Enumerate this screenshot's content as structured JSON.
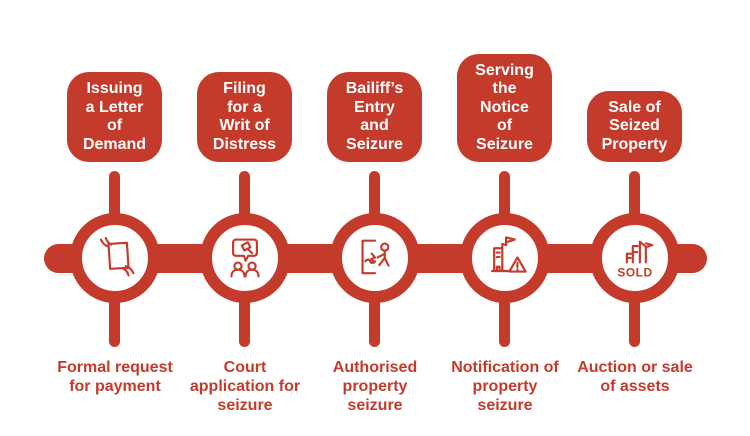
{
  "colors": {
    "accent": "#C43B2C",
    "background": "#FFFFFF",
    "box_text": "#FFFFFF"
  },
  "steps": [
    {
      "title": "Issuing\na Letter\nof\nDemand",
      "caption": "Formal request\nfor payment",
      "icon": "letter-in-hands-icon"
    },
    {
      "title": "Filing\nfor a\nWrit of\nDistress",
      "caption": "Court\napplication for\nseizure",
      "icon": "gavel-speech-bubble-icon"
    },
    {
      "title": "Bailiff’s\nEntry\nand\nSeizure",
      "caption": "Authorised\nproperty\nseizure",
      "icon": "door-entry-icon"
    },
    {
      "title": "Serving\nthe\nNotice\nof\nSeizure",
      "caption": "Notification of\nproperty\nseizure",
      "icon": "building-warning-icon"
    },
    {
      "title": "Sale of\nSeized\nProperty",
      "caption": "Auction or sale\nof assets",
      "icon": "sold-building-icon",
      "icon_label": "SOLD"
    }
  ]
}
